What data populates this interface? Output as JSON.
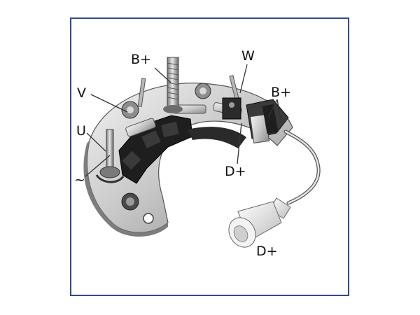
{
  "labels": {
    "b_plus_top": "B+",
    "w": "W",
    "b_plus_right": "B+",
    "v": "V",
    "u": "U",
    "tilde": "~",
    "d_plus_mid": "D+",
    "d_plus_bottom": "D+"
  },
  "colors": {
    "frame": "#2e4a8a",
    "metal": "#c9c9c9",
    "dark": "#1c1c1c",
    "leader": "#333333"
  }
}
